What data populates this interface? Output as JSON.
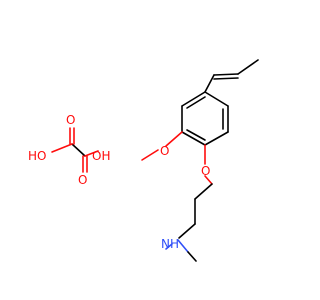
{
  "molecule": {
    "atoms": {
      "oxalic_ho_left": "HO",
      "oxalic_o_top": "O",
      "oxalic_oh_right": "OH",
      "oxalic_o_bottom": "O",
      "methoxy_o": "O",
      "ether_o": "O",
      "amine_nh": "NH"
    },
    "colors": {
      "carbon_bond": "#000000",
      "oxygen": "#ff0d0d",
      "nitrogen": "#3050f8"
    }
  }
}
